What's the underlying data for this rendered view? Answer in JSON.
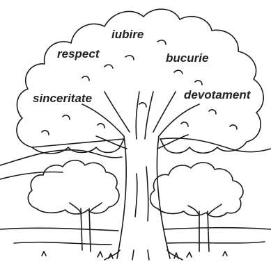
{
  "colors": {
    "ink": "#1a1a1a",
    "paper": "#ffffff"
  },
  "words": [
    {
      "id": "iubire",
      "text": "iubire"
    },
    {
      "id": "respect",
      "text": "respect"
    },
    {
      "id": "bucurie",
      "text": "bucurie"
    },
    {
      "id": "sinceritate",
      "text": "sinceritate"
    },
    {
      "id": "devotament",
      "text": "devotament"
    }
  ]
}
